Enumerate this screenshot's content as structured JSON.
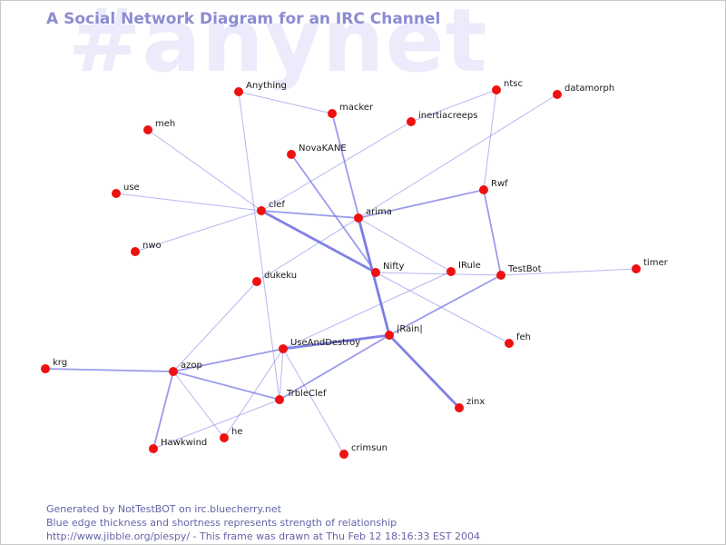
{
  "watermark": "#anynet",
  "title": "A Social Network Diagram for an IRC Channel",
  "footer": {
    "line1": "Generated by NotTestBOT on irc.bluecherry.net",
    "line2": "Blue edge thickness and shortness represents strength of relationship",
    "line3": "http://www.jibble.org/piespy/ - This frame was drawn at Thu Feb 12 18:16:33 EST 2004"
  },
  "colors": {
    "node": "#ee1111",
    "edge": "#7a7ae6",
    "title": "#8c8cd2",
    "watermark": "#ebebfb"
  },
  "nodes": [
    "Anything",
    "macker",
    "inertiacreeps",
    "ntsc",
    "datamorph",
    "meh",
    "NovaKANE",
    "use",
    "clef",
    "arima",
    "Rwf",
    "nwo",
    "Nifty",
    "IRule",
    "TestBot",
    "timer",
    "dukeku",
    "feh",
    "UseAndDestroy",
    "|Rain|",
    "krg",
    "azop",
    "TrbleClef",
    "zinx",
    "he",
    "Hawkwind",
    "crimsun"
  ],
  "edges": [
    [
      "Anything",
      "macker",
      1
    ],
    [
      "Anything",
      "TrbleClef",
      1
    ],
    [
      "macker",
      "|Rain|",
      2
    ],
    [
      "inertiacreeps",
      "ntsc",
      1
    ],
    [
      "inertiacreeps",
      "clef",
      1
    ],
    [
      "datamorph",
      "arima",
      1
    ],
    [
      "ntsc",
      "Rwf",
      1
    ],
    [
      "meh",
      "clef",
      1
    ],
    [
      "use",
      "clef",
      1
    ],
    [
      "nwo",
      "clef",
      1
    ],
    [
      "clef",
      "arima",
      2
    ],
    [
      "clef",
      "Nifty",
      3
    ],
    [
      "NovaKANE",
      "Nifty",
      2
    ],
    [
      "arima",
      "Rwf",
      2
    ],
    [
      "arima",
      "|Rain|",
      3
    ],
    [
      "arima",
      "IRule",
      1
    ],
    [
      "arima",
      "dukeku",
      1
    ],
    [
      "Rwf",
      "TestBot",
      2
    ],
    [
      "Nifty",
      "TestBot",
      1
    ],
    [
      "Nifty",
      "feh",
      1
    ],
    [
      "TestBot",
      "timer",
      1
    ],
    [
      "TestBot",
      "|Rain|",
      2
    ],
    [
      "IRule",
      "UseAndDestroy",
      1
    ],
    [
      "dukeku",
      "azop",
      1
    ],
    [
      "UseAndDestroy",
      "|Rain|",
      3
    ],
    [
      "UseAndDestroy",
      "azop",
      2
    ],
    [
      "UseAndDestroy",
      "TrbleClef",
      1
    ],
    [
      "UseAndDestroy",
      "he",
      1
    ],
    [
      "UseAndDestroy",
      "crimsun",
      1
    ],
    [
      "|Rain|",
      "zinx",
      3
    ],
    [
      "|Rain|",
      "TrbleClef",
      2
    ],
    [
      "krg",
      "azop",
      2
    ],
    [
      "azop",
      "TrbleClef",
      2
    ],
    [
      "azop",
      "he",
      1
    ],
    [
      "azop",
      "Hawkwind",
      2
    ],
    [
      "TrbleClef",
      "Hawkwind",
      1
    ]
  ]
}
